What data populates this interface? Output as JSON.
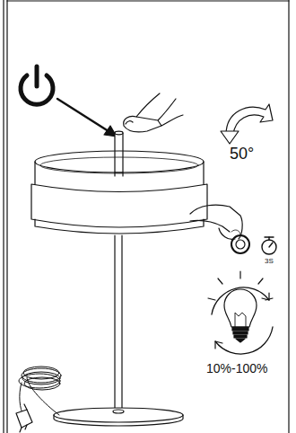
{
  "diagram": {
    "labels": [
      "50°",
      "3S",
      "10%-100%"
    ]
  }
}
